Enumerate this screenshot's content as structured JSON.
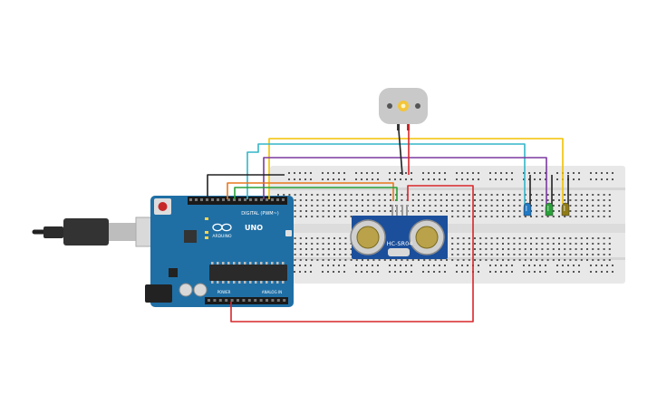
{
  "arduino": {
    "brand": "ARDUINO",
    "model": "UNO",
    "digital_header_label": "DIGITAL (PWM~)",
    "power_header_label": "POWER",
    "analog_header_label": "ANALOG IN",
    "board_color": "#1f6fa5"
  },
  "sensor": {
    "label": "HC-SR04",
    "board_color": "#1b4f9c"
  },
  "motor": {
    "body_color": "#c9c9c9",
    "hub_color": "#f3c53a"
  },
  "breadboard": {
    "color": "#e8e8e8"
  },
  "leds": [
    {
      "color": "#1f7ac6"
    },
    {
      "color": "#2aa13a"
    },
    {
      "color": "#8f7b16"
    }
  ],
  "wires": {
    "yellow": "#f2c200",
    "cyan": "#33b6c8",
    "purple": "#7b3aa0",
    "orange": "#e8781c",
    "green": "#2aa13a",
    "black": "#222222",
    "red": "#d8262a"
  }
}
